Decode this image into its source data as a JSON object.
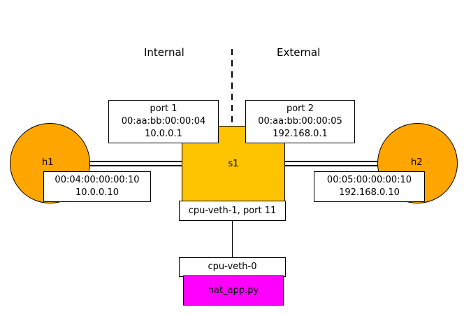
{
  "top_labels": {
    "internal": "Internal",
    "external": "External"
  },
  "switch": {
    "label": "s1",
    "color": "#ffc400",
    "cpu_port_label": "cpu-veth-1, port 11",
    "ports": [
      {
        "title": "port 1",
        "mac": "00:aa:bb:00:00:04",
        "ip": "10.0.0.1"
      },
      {
        "title": "port 2",
        "mac": "00:aa:bb:00:00:05",
        "ip": "192.168.0.1"
      }
    ]
  },
  "hosts": [
    {
      "label": "h1",
      "mac": "00:04:00:00:00:10",
      "ip": "10.0.0.10",
      "color": "#ffa500"
    },
    {
      "label": "h2",
      "mac": "00:05:00:00:00:10",
      "ip": "192.168.0.10",
      "color": "#ffa500"
    }
  ],
  "cpu_interface_label": "cpu-veth-0",
  "app": {
    "label": "nat_app.py",
    "color": "#ff00ff"
  }
}
